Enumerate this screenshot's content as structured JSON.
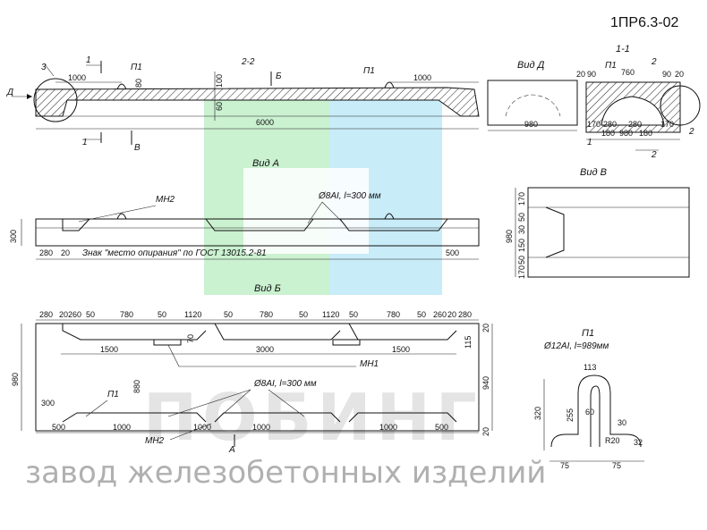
{
  "product_code": "1ПР6.3-02",
  "views": {
    "main": {
      "section_2_2": "2-2",
      "mark_1": "1",
      "mark_3": "3",
      "mark_d": "Д",
      "mark_b": "Б",
      "mark_v": "В",
      "p1_left": "П1",
      "p1_right": "П1",
      "dim_1000_left": "1000",
      "dim_1000_right": "1000",
      "dim_80": "80",
      "dim_100": "100",
      "dim_60": "60",
      "dim_6000": "6000"
    },
    "vid_d": {
      "title": "Вид Д",
      "dim_980": "980"
    },
    "section_1_1": {
      "title": "1-1",
      "p1": "П1",
      "d20a": "20",
      "d90a": "90",
      "d760": "760",
      "mark2": "2",
      "d90b": "90",
      "d20b": "20",
      "d170a": "170",
      "d280a": "280",
      "d280b": "280",
      "d170b": "170",
      "d180a": "180",
      "d980": "980",
      "d180b": "180",
      "mark1": "1",
      "mark2b": "2",
      "mark2c": "2"
    },
    "vid_a": {
      "title": "Вид А",
      "mn2": "МН2",
      "rebar": "Ø8АI, l=300 мм",
      "dim_300": "300",
      "dim_280": "280",
      "dim_20": "20",
      "dim_500": "500",
      "note": "Знак \"место опирания\" по ГОСТ 13015.2-81"
    },
    "vid_v": {
      "title": "Вид В",
      "d170a": "170",
      "d50a": "50",
      "d30": "30",
      "d150": "150",
      "d50b": "50",
      "d170b": "170",
      "d980": "980"
    },
    "vid_b": {
      "title": "Вид Б",
      "top_dims": [
        "280",
        "20",
        "260",
        "50",
        "780",
        "50",
        "1120",
        "50",
        "780",
        "50",
        "1120",
        "50",
        "780",
        "50",
        "260",
        "20",
        "280"
      ],
      "d1500a": "1500",
      "d3000": "3000",
      "d1500b": "1500",
      "d70": "70",
      "d115": "115",
      "d20r": "20",
      "mn1": "МН1",
      "d980": "980",
      "d880": "880",
      "d940": "940",
      "rebar": "Ø8АI, l=300 мм",
      "p1": "П1",
      "d300": "300",
      "bottom_dims": [
        "500",
        "1000",
        "1000",
        "1000",
        "1000",
        "500"
      ],
      "d20b": "20",
      "mn2": "МН2",
      "mark_a": "А"
    },
    "p1_detail": {
      "title": "П1",
      "spec": "Ø12АI, l=989мм",
      "d113": "113",
      "d320": "320",
      "d255": "255",
      "d60": "60",
      "d30": "30",
      "d32": "32",
      "r20": "R20",
      "d75a": "75",
      "d75b": "75"
    }
  },
  "watermark": {
    "brand": "ПОБИНГ",
    "tagline": "завод железобетонных изделий",
    "colors": {
      "green": "#b8ecc0",
      "blue": "#b6e6f5",
      "gray": "#e0e0e0"
    }
  }
}
